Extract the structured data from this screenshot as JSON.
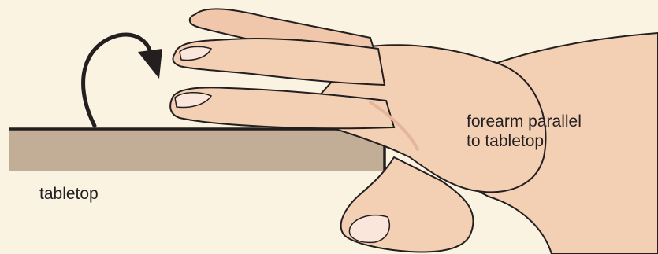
{
  "labels": {
    "forearm_line1": "forearm parallel",
    "forearm_line2": "to tabletop",
    "tabletop": "tabletop"
  },
  "colors": {
    "background": "#fbf3e1",
    "tabletop_fill": "#c2ae96",
    "skin": "#f3cfb4",
    "skin_shadow": "#e5b69b",
    "outline": "#231f20",
    "nail": "#fbe6dc"
  },
  "icons": {
    "rotation_arrow": "curved-arrow-icon"
  }
}
